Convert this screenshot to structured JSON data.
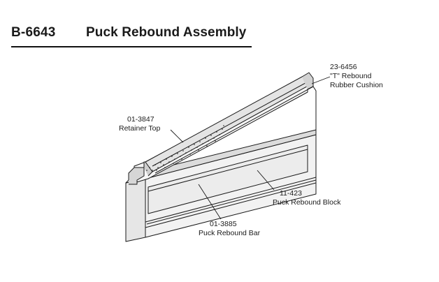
{
  "header": {
    "part_number": "B-6643",
    "title": "Puck Rebound Assembly"
  },
  "callouts": {
    "cushion": {
      "number": "23-6456",
      "line1": "\"T\" Rebound",
      "line2": "Rubber Cushion"
    },
    "retainer": {
      "number": "01-3847",
      "label": "Retainer Top"
    },
    "block": {
      "number": "11-423",
      "label": "Puck Rebound Block"
    },
    "bar": {
      "number": "01-3885",
      "label": "Puck Rebound Bar"
    }
  },
  "colors": {
    "line": "#1a1a1a",
    "face_light": "#f4f4f4",
    "face_shade": "#e2e2e2",
    "face_dark": "#c9c9c9"
  }
}
